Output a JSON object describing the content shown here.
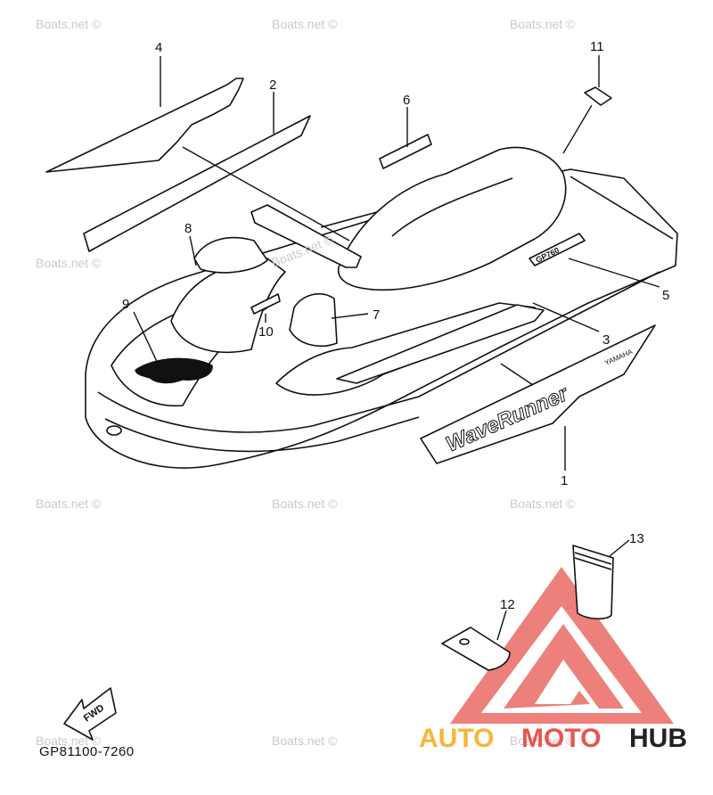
{
  "watermark": "Boats.net ©",
  "watermark_inline": "Boats.net ©",
  "callouts": [
    "1",
    "2",
    "3",
    "4",
    "5",
    "6",
    "7",
    "8",
    "9",
    "10",
    "11",
    "12",
    "13"
  ],
  "decal_wave_runner": "WaveRunner",
  "decal_yamaha": "YAMAHA",
  "decal_gp": "GP760",
  "fwd_label": "FWD",
  "diagram_code": "GP81100-7260",
  "logo": {
    "auto": "AUTO",
    "moto": "MOTO",
    "hub": "HUB",
    "color_red": "#e7554f",
    "color_orange": "#f5b53c",
    "color_dark": "#222222"
  }
}
